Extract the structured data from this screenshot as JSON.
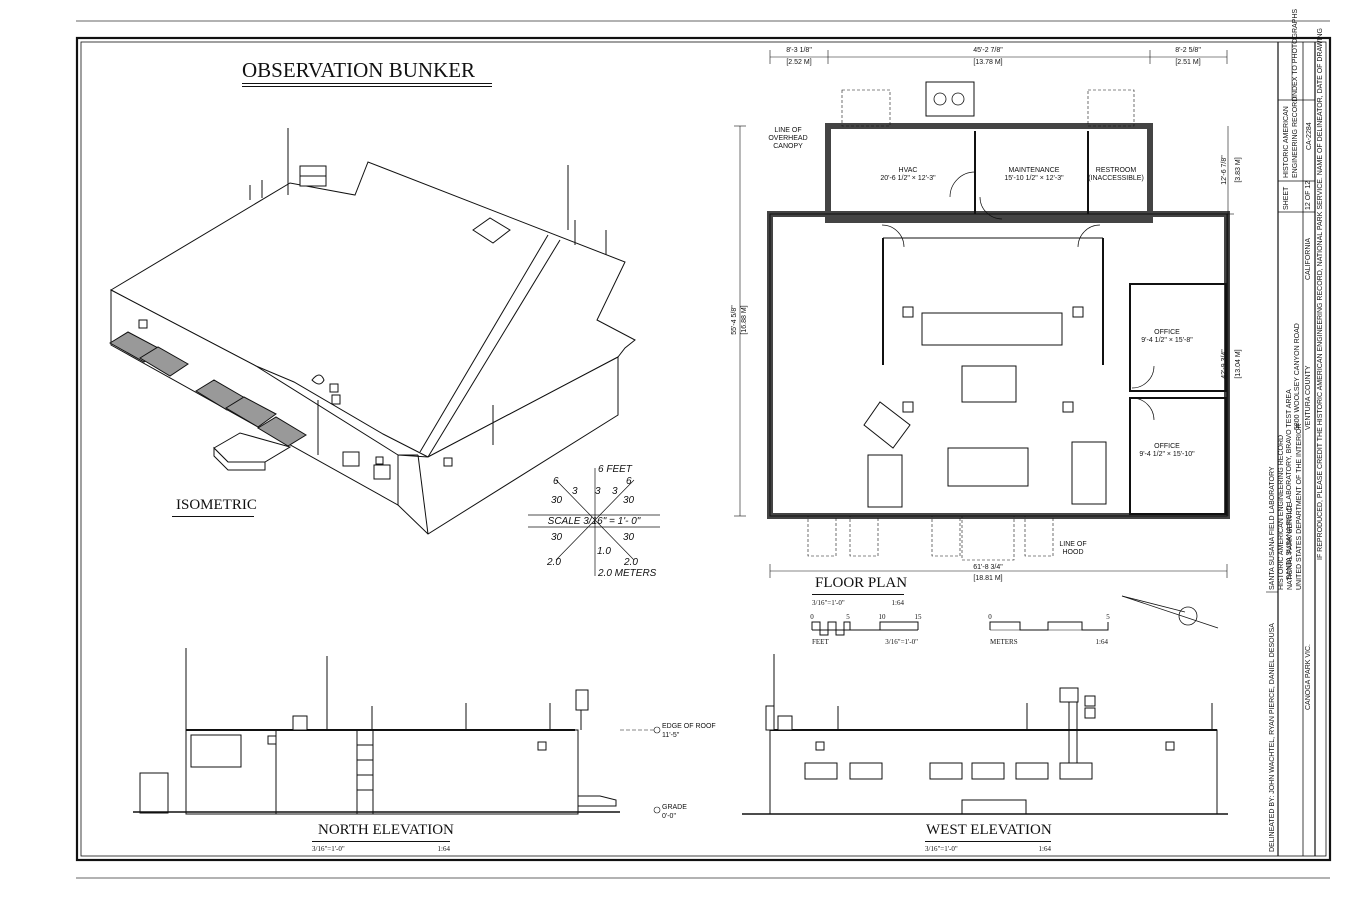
{
  "titles": {
    "main": "OBSERVATION BUNKER",
    "isometric": "ISOMETRIC",
    "floor_plan": "FLOOR PLAN",
    "north": "NORTH ELEVATION",
    "west": "WEST ELEVATION"
  },
  "scales": {
    "floor": "3/16\"=1'-0\"",
    "floor_ratio": "1:64",
    "north": "3/16\"=1'-0\"",
    "north_ratio": "1:64",
    "west": "3/16\"=1'-0\"",
    "west_ratio": "1:64",
    "feet_bar": {
      "t0": "0",
      "t1": "5",
      "t2": "10",
      "t3": "15",
      "unit": "FEET",
      "scale": "3/16\"=1'-0\""
    },
    "meter_bar": {
      "t0": "0",
      "t1": "5",
      "unit": "METERS",
      "ratio": "1:64"
    }
  },
  "iso_scale": {
    "feet": "6 FEET",
    "meters": "2.0 METERS",
    "center": "SCALE  3/16\" = 1'- 0\"",
    "n6l": "6",
    "n6r": "6",
    "n3a": "3",
    "n3b": "3",
    "n3c": "3",
    "n30a": "30",
    "n30b": "30",
    "n30c": "30",
    "n30d": "30",
    "n10": "1.0",
    "n20l": "2.0",
    "n20r": "2.0"
  },
  "plan": {
    "rooms": {
      "hvac": "HVAC",
      "hvac_dim": "20'-6 1/2\" × 12'-3\"",
      "maint": "MAINTENANCE",
      "maint_dim": "15'-10 1/2\" × 12'-3\"",
      "rest": "RESTROOM",
      "rest2": "(INACCESSIBLE)",
      "office1": "OFFICE",
      "office1_dim": "9'-4 1/2\" × 15'-8\"",
      "office2": "OFFICE",
      "office2_dim": "9'-4 1/2\" × 15'-10\""
    },
    "canopy": [
      "LINE OF",
      "OVERHEAD",
      "CANOPY"
    ],
    "hood": [
      "LINE OF",
      "HOOD"
    ],
    "dims": {
      "top_l": "8'-3 1/8\"",
      "top_l_m": "[2.52 M]",
      "top_c": "45'-2 7/8\"",
      "top_c_m": "[13.78 M]",
      "top_r": "8'-2 5/8\"",
      "top_r_m": "[2.51 M]",
      "left": "55'-4 5/8\"",
      "left_m": "[16.88 M]",
      "right_t": "12'-6 7/8\"",
      "right_t_m": "[3.83 M]",
      "right_b": "42'-9 3/4\"",
      "right_b_m": "[13.04 M]",
      "bottom": "61'-8 3/4\"",
      "bottom_m": "[18.81 M]"
    }
  },
  "elev": {
    "roof": "EDGE OF ROOF",
    "roof_h": "11'-5\"",
    "grade": "GRADE",
    "grade_h": "0'-0\""
  },
  "title_block": {
    "delineated": "DELINEATED BY:  JOHN WACHTEL, RYAN PIERCE, DANIEL DESOUSA",
    "org1": "SANTA SUSANA FIELD LABORATORY",
    "org2": "HISTORIC AMERICAN ENGINEERING RECORD",
    "org3": "NATIONAL PARK SERVICE",
    "org4": "UNITED STATES DEPARTMENT OF THE INTERIOR",
    "project": "SANTA SUSANA FIELD LABORATORY, BRAVO TEST AREA",
    "address": "5800 WOOLSEY CANYON ROAD",
    "county": "VENTURA COUNTY",
    "city": "CANOGA PARK VIC.",
    "state": "CALIFORNIA",
    "fine": "IF REPRODUCED, PLEASE CREDIT THE HISTORIC AMERICAN ENGINEERING RECORD, NATIONAL PARK SERVICE. NAME OF DELINEATOR, DATE OF DRAWING",
    "sheet": "SHEET",
    "sheet_no": "12 OF 12",
    "haer": "HISTORIC AMERICAN",
    "haer2": "ENGINEERING RECORD",
    "haer_no": "CA-2284",
    "small": "INDEX TO PHOTOGRAPHS"
  }
}
